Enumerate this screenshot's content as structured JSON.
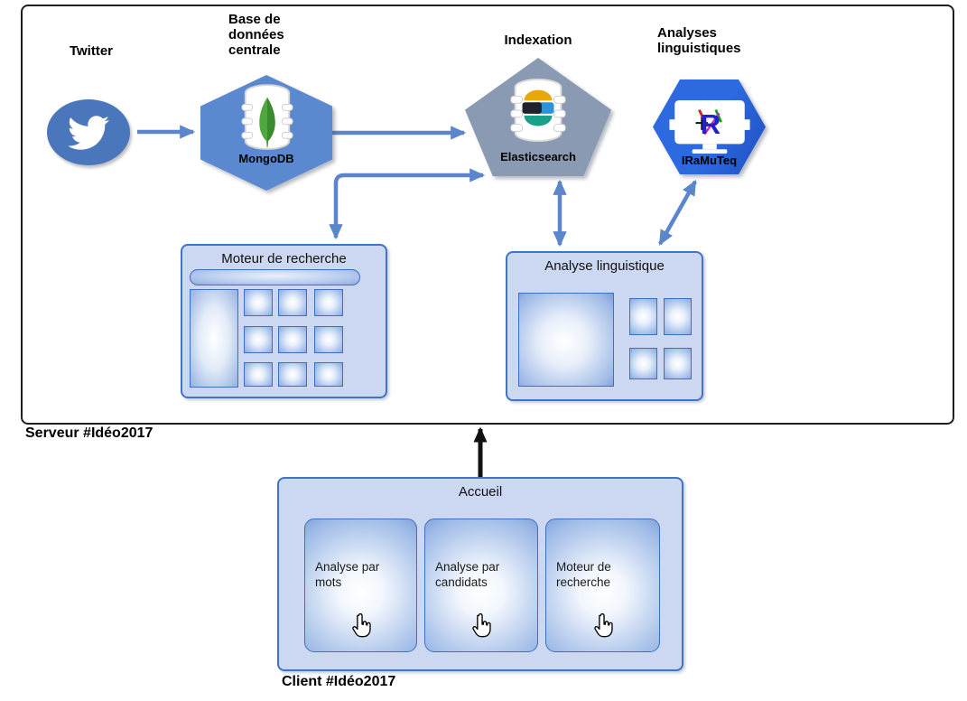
{
  "server": {
    "label": "Serveur #Idéo2017"
  },
  "client": {
    "label": "Client #Idéo2017"
  },
  "nodes": {
    "twitter": {
      "title": "Twitter"
    },
    "mongodb": {
      "title": "Base de\ndonnées\ncentrale",
      "caption": "MongoDB"
    },
    "elasticsearch": {
      "title": "Indexation",
      "caption": "Elasticsearch"
    },
    "iramuteq": {
      "title": "Analyses\nlinguistiques",
      "caption": "IRaMuTeq"
    }
  },
  "panels": {
    "search_engine": {
      "title": "Moteur de recherche"
    },
    "linguistic_analysis": {
      "title": "Analyse linguistique"
    },
    "accueil": {
      "title": "Accueil",
      "cards": [
        {
          "label": "Analyse par\nmots"
        },
        {
          "label": "Analyse par\ncandidats"
        },
        {
          "label": "Moteur de\nrecherche"
        }
      ]
    }
  },
  "icons": {
    "twitter": "twitter-bird-icon",
    "mongodb": "mongodb-database-leaf-icon",
    "elasticsearch": "elasticsearch-database-icon",
    "iramuteq": "iramuteq-monitor-icon",
    "cursor": "hand-pointer-icon"
  },
  "colors": {
    "arrow_blue": "#5b86cc",
    "arrow_black": "#111111",
    "mongodb_hexagon": "#5b89cf",
    "elasticsearch_pentagon": "#8b9ab3",
    "iramuteq_hexagon": "#2d6ae0",
    "twitter_circle": "#4a77bb",
    "panel_fill": "#ccd8f1",
    "panel_border": "#4173c6"
  }
}
